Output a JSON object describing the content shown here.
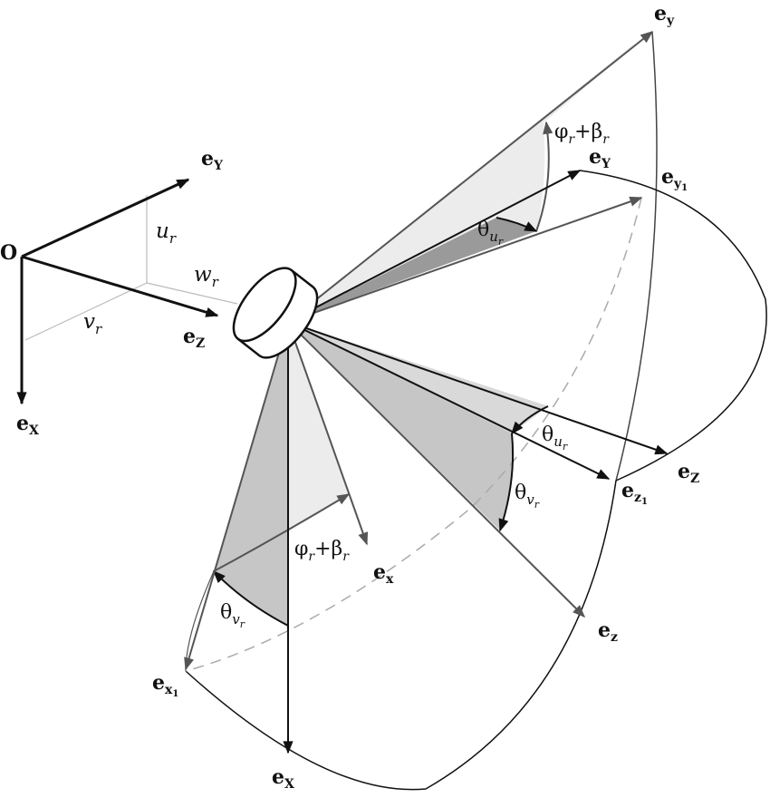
{
  "diagram": {
    "origin_label": "O",
    "global_axes": {
      "e_Y": {
        "base": "e",
        "sub": "Y"
      },
      "e_Z": {
        "base": "e",
        "sub": "Z"
      },
      "e_X": {
        "base": "e",
        "sub": "X"
      },
      "u_r": {
        "base": "u",
        "sub": "r"
      },
      "w_r": {
        "base": "w",
        "sub": "r"
      },
      "v_r": {
        "base": "v",
        "sub": "r"
      }
    },
    "rotated_axes": {
      "e_y": {
        "base": "e",
        "sub": "y"
      },
      "e_Y": {
        "base": "e",
        "sub": "Y"
      },
      "e_y1": {
        "base": "e",
        "sub": "y",
        "subsub": "1"
      },
      "e_Z": {
        "base": "e",
        "sub": "Z"
      },
      "e_z1": {
        "base": "e",
        "sub": "z",
        "subsub": "1"
      },
      "e_z": {
        "base": "e",
        "sub": "z"
      },
      "e_x": {
        "base": "e",
        "sub": "x"
      },
      "e_x1": {
        "base": "e",
        "sub": "x",
        "subsub": "1"
      },
      "e_X": {
        "base": "e",
        "sub": "X"
      }
    },
    "angles": {
      "phi_beta_top": {
        "phi": "φ",
        "r1": "r",
        "plus": "+β",
        "r2": "r"
      },
      "phi_beta_bottom": {
        "phi": "φ",
        "r1": "r",
        "plus": "+β",
        "r2": "r"
      },
      "theta_u_top": {
        "theta": "θ",
        "sub": "u",
        "subsub": "r"
      },
      "theta_u_right": {
        "theta": "θ",
        "sub": "u",
        "subsub": "r"
      },
      "theta_v_right": {
        "theta": "θ",
        "sub": "v",
        "subsub": "r"
      },
      "theta_v_bottom": {
        "theta": "θ",
        "sub": "v",
        "subsub": "r"
      }
    }
  }
}
